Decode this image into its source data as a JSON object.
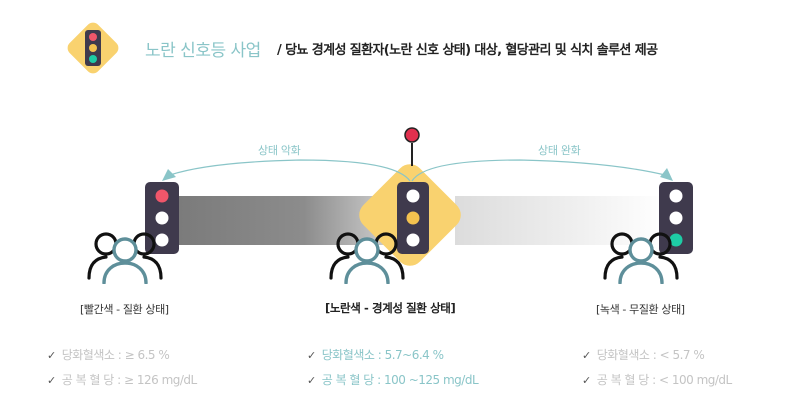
{
  "header": {
    "title": "노란 신호등 사업",
    "subtitle": "/ 당뇨 경계성 질환자(노란 신호 상태) 대상, 혈당관리 및 식치 솔루션 제공",
    "icon": "traffic-light-diamond-icon"
  },
  "colors": {
    "accent_teal": "#8ac5c8",
    "diamond_yellow": "#f9d26f",
    "signal_body": "#3f3a4d",
    "light_red": "#f0566a",
    "light_yellow": "#f4c24f",
    "light_green": "#1ecba5",
    "person_teal": "#5e8f9a",
    "pin_red": "#e0304e"
  },
  "arcs": {
    "left_label": "상태 악화",
    "right_label": "상태 완화"
  },
  "states": [
    {
      "label": "[빨간색 - 질환 상태]",
      "active_light": "red",
      "criteria": [
        {
          "check": "✓",
          "text": "당화혈색소 : ≥ 6.5 %"
        },
        {
          "check": "✓",
          "text": "공 복 혈 당 : ≥ 126 mg/dL"
        }
      ]
    },
    {
      "label": "[노란색 - 경계성 질환 상태]",
      "active_light": "yellow",
      "criteria": [
        {
          "check": "✓",
          "text": "당화혈색소 : 5.7~6.4 %"
        },
        {
          "check": "✓",
          "text": "공 복 혈 당 : 100 ~125 mg/dL"
        }
      ]
    },
    {
      "label": "[녹색 - 무질환 상태]",
      "active_light": "green",
      "criteria": [
        {
          "check": "✓",
          "text": "당화혈색소 : < 5.7 %"
        },
        {
          "check": "✓",
          "text": "공 복 혈 당 : < 100 mg/dL"
        }
      ]
    }
  ]
}
